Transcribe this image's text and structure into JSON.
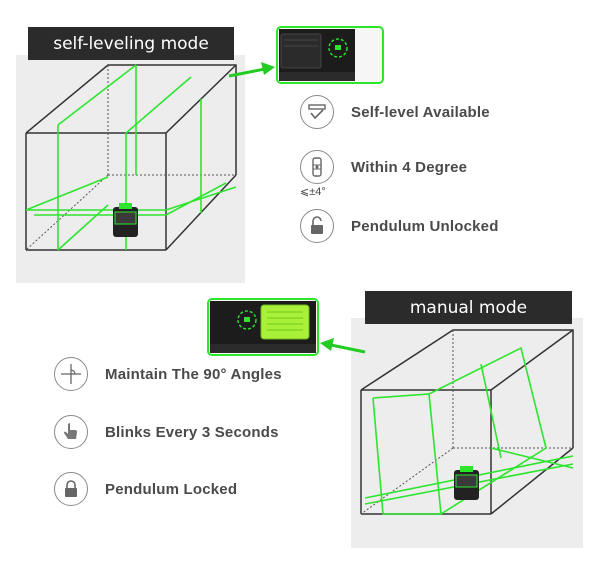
{
  "self_leveling": {
    "title": "self-leveling mode",
    "features": [
      {
        "label": "Self-level Available",
        "icon": "self-level-icon"
      },
      {
        "label": "Within 4 Degree",
        "icon": "level-vial-icon",
        "caption": "⩽±4°"
      },
      {
        "label": "Pendulum Unlocked",
        "icon": "padlock-unlocked-icon"
      }
    ]
  },
  "manual": {
    "title": "manual mode",
    "features": [
      {
        "label": "Maintain The 90° Angles",
        "icon": "crosshair-angle-icon"
      },
      {
        "label": "Blinks Every 3 Seconds",
        "icon": "hand-pointer-icon"
      },
      {
        "label": "Pendulum Locked",
        "icon": "padlock-locked-icon"
      }
    ]
  },
  "colors": {
    "laser_green": "#2ee52e",
    "arrow_green": "#22cc22",
    "title_background": "#2b2b2b",
    "panel_background": "#ededed",
    "text": "#4a4a4a"
  }
}
